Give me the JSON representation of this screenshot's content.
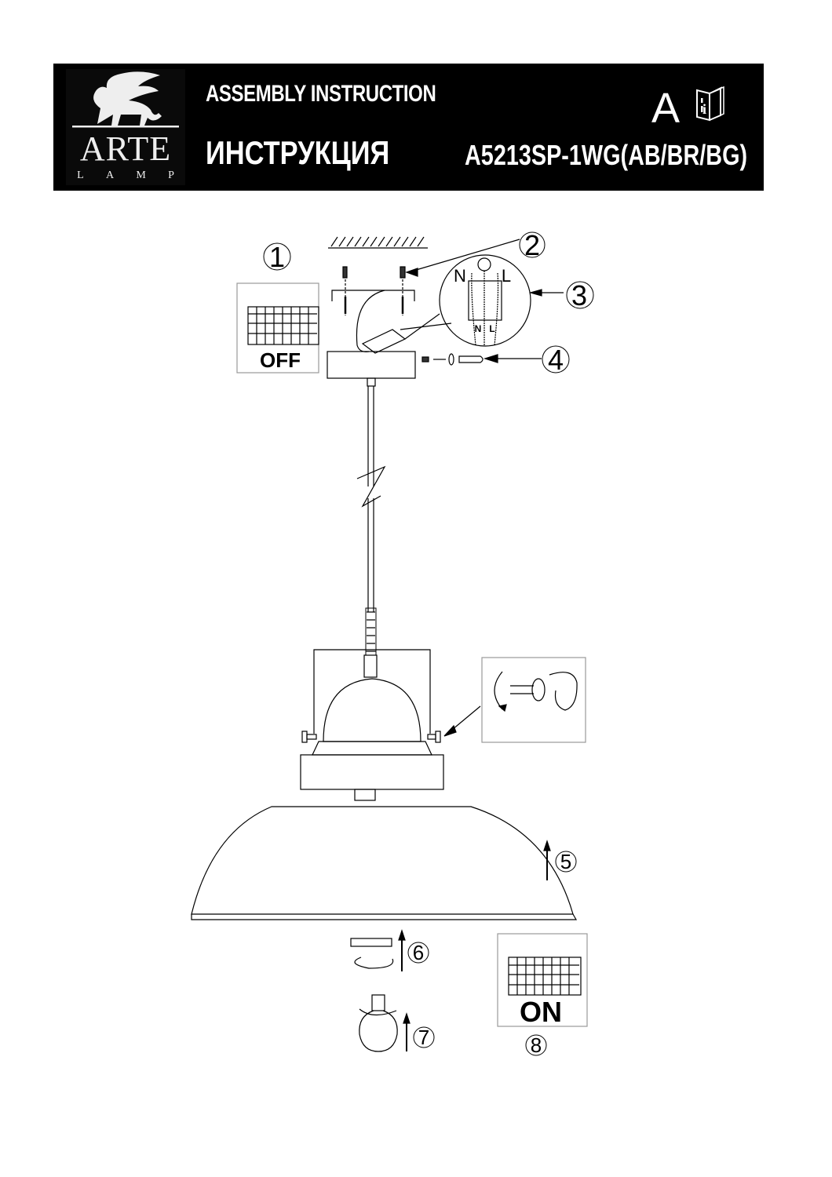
{
  "header": {
    "logo_text": "ARTE",
    "logo_subtext": [
      "L",
      "A",
      "M",
      "P"
    ],
    "title_en": "ASSEMBLY INSTRUCTION",
    "title_ru": "ИНСТРУКЦИЯ",
    "letter": "A",
    "model": "A5213SP-1WG(AB/BR/BG)",
    "info_icon": "book-info-icon"
  },
  "steps": {
    "s1": "1",
    "s2": "2",
    "s3": "3",
    "s4": "4",
    "s5": "5",
    "s6": "6",
    "s7": "7",
    "s8": "8"
  },
  "wiring": {
    "n": "N",
    "l": "L",
    "n_small": "N",
    "l_small": "L"
  },
  "switch": {
    "off": "OFF",
    "on": "ON"
  }
}
